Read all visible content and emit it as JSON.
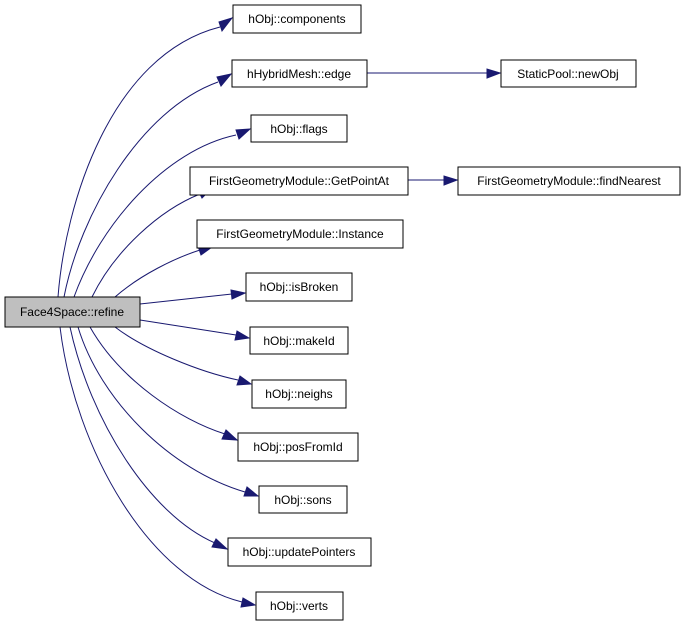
{
  "graph": {
    "edge_color": "#191970",
    "root_fill": "#bfbfbf",
    "nodes": {
      "root": "Face4Space::refine",
      "components": "hObj::components",
      "edge": "hHybridMesh::edge",
      "newObj": "StaticPool::newObj",
      "flags": "hObj::flags",
      "getPointAt": "FirstGeometryModule::GetPointAt",
      "findNearest": "FirstGeometryModule::findNearest",
      "instance": "FirstGeometryModule::Instance",
      "isBroken": "hObj::isBroken",
      "makeId": "hObj::makeId",
      "neighs": "hObj::neighs",
      "posFromId": "hObj::posFromId",
      "sons": "hObj::sons",
      "updatePointers": "hObj::updatePointers",
      "verts": "hObj::verts"
    },
    "edges": [
      [
        "root",
        "components"
      ],
      [
        "root",
        "edge"
      ],
      [
        "edge",
        "newObj"
      ],
      [
        "root",
        "flags"
      ],
      [
        "root",
        "getPointAt"
      ],
      [
        "getPointAt",
        "findNearest"
      ],
      [
        "root",
        "instance"
      ],
      [
        "root",
        "isBroken"
      ],
      [
        "root",
        "makeId"
      ],
      [
        "root",
        "neighs"
      ],
      [
        "root",
        "posFromId"
      ],
      [
        "root",
        "sons"
      ],
      [
        "root",
        "updatePointers"
      ],
      [
        "root",
        "verts"
      ]
    ]
  }
}
